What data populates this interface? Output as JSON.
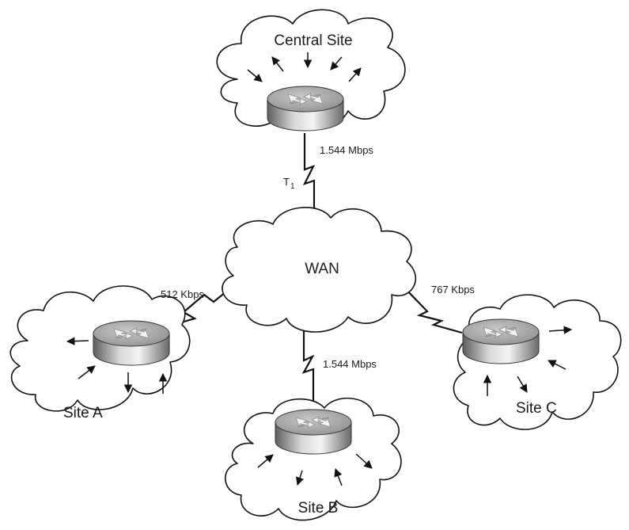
{
  "sites": {
    "central": {
      "label": "Central Site"
    },
    "a": {
      "label": "Site A"
    },
    "b": {
      "label": "Site B"
    },
    "c": {
      "label": "Site C"
    }
  },
  "wan": {
    "label": "WAN"
  },
  "links": {
    "central_wan": {
      "speed": "1.544 Mbps",
      "line_type": "T",
      "line_sub": "1"
    },
    "a_wan": {
      "speed": "512 Kbps"
    },
    "b_wan": {
      "speed": "1.544 Mbps"
    },
    "c_wan": {
      "speed": "767 Kbps"
    }
  }
}
